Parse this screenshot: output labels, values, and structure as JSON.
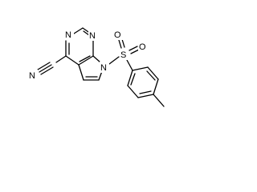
{
  "molecule": {
    "atoms": {
      "n_ring_top": "N",
      "n_ring_left": "N",
      "n_nitrile": "N",
      "c_nitrile": "C",
      "n_pyrrole": "N",
      "s_sulfonyl": "S",
      "o_upper": "O",
      "o_lower": "O"
    }
  }
}
